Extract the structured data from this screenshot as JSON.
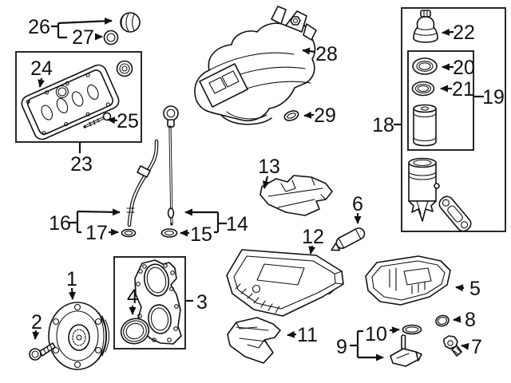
{
  "diagram": {
    "colors": {
      "line": "#111111",
      "background": "#ffffff"
    },
    "callouts": {
      "n1": "1",
      "n2": "2",
      "n3": "3",
      "n4": "4",
      "n5": "5",
      "n6": "6",
      "n7": "7",
      "n8": "8",
      "n9": "9",
      "n10": "10",
      "n11": "11",
      "n12": "12",
      "n13": "13",
      "n14": "14",
      "n15": "15",
      "n16": "16",
      "n17": "17",
      "n18": "18",
      "n19": "19",
      "n20": "20",
      "n21": "21",
      "n22": "22",
      "n23": "23",
      "n24": "24",
      "n25": "25",
      "n26": "26",
      "n27": "27",
      "n28": "28",
      "n29": "29"
    }
  }
}
